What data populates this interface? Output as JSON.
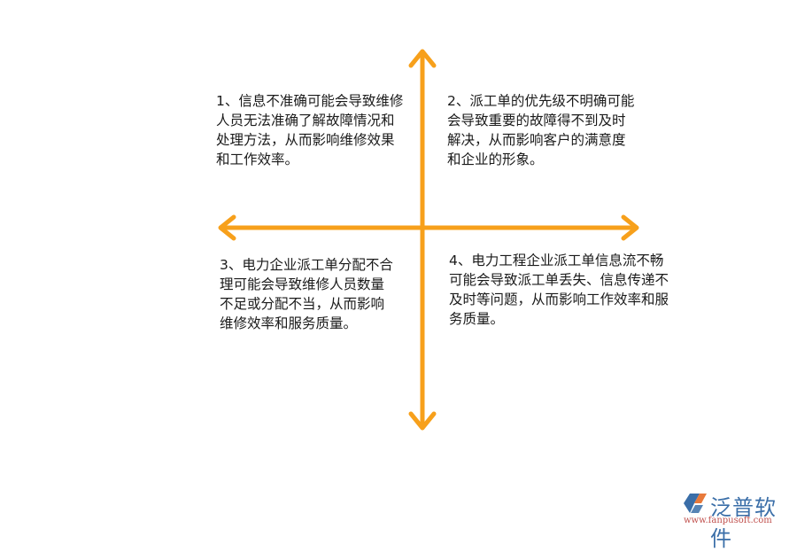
{
  "diagram": {
    "type": "quadrant",
    "axis_color": "#f7a01b",
    "quadrants": [
      {
        "id": 1,
        "position": "top-left",
        "text": "1、信息不准确可能会导致维修人员无法准确了解故障情况和处理方法，从而影响维修效果和工作效率。"
      },
      {
        "id": 2,
        "position": "top-right",
        "text": "2、派工单的优先级不明确可能会导致重要的故障得不到及时解决，从而影响客户的满意度和企业的形象。"
      },
      {
        "id": 3,
        "position": "bottom-left",
        "text": "3、电力企业派工单分配不合理可能会导致维修人员数量不足或分配不当，从而影响维修效率和服务质量。"
      },
      {
        "id": 4,
        "position": "bottom-right",
        "text": "4、电力工程企业派工单信息流不畅可能会导致派工单丢失、信息传递不及时等问题，从而影响工作效率和服务质量。"
      }
    ]
  },
  "logo": {
    "name": "泛普软件",
    "url": "www.fanpusoft.com",
    "colors": {
      "name": "#3a6ea8",
      "url": "#c0504d",
      "icon_blue": "#3a6ea8",
      "icon_orange": "#e8793a"
    }
  }
}
